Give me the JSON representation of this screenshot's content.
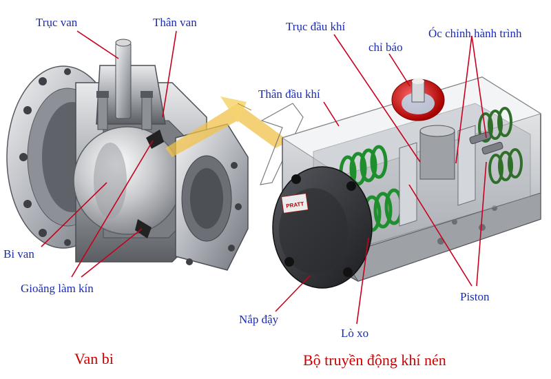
{
  "diagram": {
    "valve_labels": {
      "stem": "Trục van",
      "body": "Thân van",
      "ball": "Bi van",
      "seal": "Gioăng làm kín"
    },
    "actuator_labels": {
      "shaft": "Trục đầu khí",
      "indicator": "chỉ báo",
      "stroke_adjust": "Óc chỉnh hành trình",
      "housing": "Thân đầu khí",
      "cap": "Nắp đậy",
      "spring": "Lò xo",
      "piston": "Piston"
    },
    "captions": {
      "left": "Van bi",
      "right": "Bộ truyền động khí nén"
    },
    "brand": "PRATT",
    "colors": {
      "label": "#1a2bb0",
      "caption": "#cc0000",
      "leader": "#c8001e",
      "arrow": "#f0c24a",
      "spring": "#1f8f2e"
    }
  }
}
